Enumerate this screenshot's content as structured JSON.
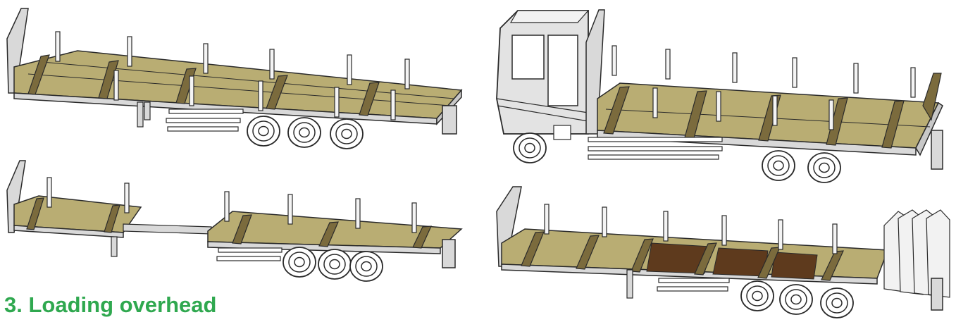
{
  "caption": {
    "text": "3. Loading overhead",
    "color": "#2fa84f"
  },
  "colors": {
    "deck": "#b9ad73",
    "deck_dark": "#9a8f58",
    "beam": "#7b6b3d",
    "outline": "#2a2a2a",
    "metal": "#d9d9d9",
    "post": "#f4f4f4",
    "wheel": "#ffffff",
    "board": "#5e3a1d",
    "cab": "#e3e3e3"
  },
  "illustrations": [
    {
      "name": "flatbed-trailer-three-axle"
    },
    {
      "name": "truck-with-flatbed-trailer"
    },
    {
      "name": "extendable-trailer"
    },
    {
      "name": "trailer-with-headboard-and-curtains"
    }
  ]
}
